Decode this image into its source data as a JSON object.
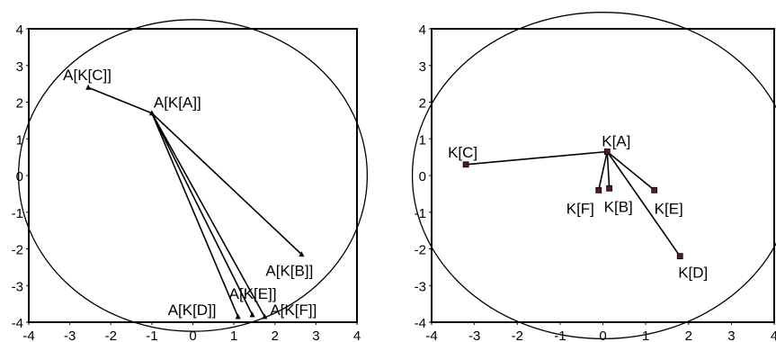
{
  "chart_data": [
    {
      "type": "scatter",
      "title": "",
      "xlabel": "",
      "ylabel": "",
      "xlim": [
        -4,
        4
      ],
      "ylim": [
        -4,
        4
      ],
      "grid": false,
      "xticks": [
        "-4",
        "-3",
        "-2",
        "-1",
        "0",
        "1",
        "2",
        "3",
        "4"
      ],
      "yticks": [
        "4",
        "3",
        "2",
        "1",
        "0",
        "-1",
        "-2",
        "-3",
        "-4"
      ],
      "circle": {
        "center": [
          0,
          0
        ],
        "radius": 4.25
      },
      "marker": "triangle",
      "points": [
        {
          "label": "A[K[A]]",
          "x": -1.0,
          "y": 1.7
        },
        {
          "label": "A[K[B]]",
          "x": 2.65,
          "y": -2.15
        },
        {
          "label": "A[K[C]]",
          "x": -2.55,
          "y": 2.4
        },
        {
          "label": "A[K[D]]",
          "x": 1.1,
          "y": -3.85
        },
        {
          "label": "A[K[E]]",
          "x": 1.45,
          "y": -3.8
        },
        {
          "label": "A[K[F]]",
          "x": 1.75,
          "y": -3.85
        }
      ],
      "edges": [
        [
          "A[K[A]]",
          "A[K[B]]"
        ],
        [
          "A[K[A]]",
          "A[K[C]]"
        ],
        [
          "A[K[A]]",
          "A[K[D]]"
        ],
        [
          "A[K[A]]",
          "A[K[E]]"
        ],
        [
          "A[K[A]]",
          "A[K[F]]"
        ]
      ]
    },
    {
      "type": "scatter",
      "title": "",
      "xlabel": "",
      "ylabel": "",
      "xlim": [
        -4,
        4
      ],
      "ylim": [
        -4,
        4
      ],
      "grid": false,
      "xticks": [
        "-4",
        "-3",
        "-2",
        "-1",
        "0",
        "1",
        "2",
        "3",
        "4"
      ],
      "yticks": [
        "4",
        "3",
        "2",
        "1",
        "0",
        "-1",
        "-2",
        "-3",
        "-4"
      ],
      "circle": {
        "center": [
          0,
          0
        ],
        "radius": 4.45
      },
      "marker": "square",
      "points": [
        {
          "label": "K[A]",
          "x": 0.1,
          "y": 0.65
        },
        {
          "label": "K[B]",
          "x": 0.15,
          "y": -0.35
        },
        {
          "label": "K[C]",
          "x": -3.2,
          "y": 0.3
        },
        {
          "label": "K[D]",
          "x": 1.8,
          "y": -2.2
        },
        {
          "label": "K[E]",
          "x": 1.2,
          "y": -0.4
        },
        {
          "label": "K[F]",
          "x": -0.1,
          "y": -0.4
        }
      ],
      "edges": [
        [
          "K[A]",
          "K[B]"
        ],
        [
          "K[A]",
          "K[C]"
        ],
        [
          "K[A]",
          "K[D]"
        ],
        [
          "K[A]",
          "K[E]"
        ],
        [
          "K[A]",
          "K[F]"
        ]
      ]
    }
  ]
}
